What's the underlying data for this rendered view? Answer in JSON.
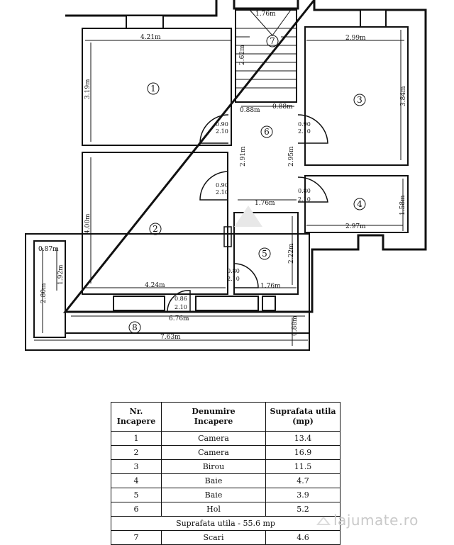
{
  "plan": {
    "rooms": [
      {
        "id": "1",
        "label": "1"
      },
      {
        "id": "2",
        "label": "2"
      },
      {
        "id": "3",
        "label": "3"
      },
      {
        "id": "4",
        "label": "4"
      },
      {
        "id": "5",
        "label": "5"
      },
      {
        "id": "6",
        "label": "6"
      },
      {
        "id": "7",
        "label": "7"
      },
      {
        "id": "8",
        "label": "8"
      }
    ],
    "dimensions": {
      "r1_width": "4.21m",
      "r1_height": "3.19m",
      "stair_width": "1.76m",
      "stair_height": "2.62m",
      "stair_left": "0.88m",
      "stair_right": "0.88m",
      "r3_width": "2.99m",
      "r3_height": "3.84m",
      "hall_h1": "2.91m",
      "hall_h2": "2.95m",
      "hall_bottom": "1.76m",
      "r4_width": "2.97m",
      "r4_height": "1.58m",
      "r2_height": "4.00m",
      "r2_width": "4.24m",
      "r5_height": "2.22m",
      "r5_width": "1.76m",
      "terrace_w1": "0.87m",
      "terrace_h1": "1.92m",
      "terrace_h2": "2.80m",
      "overall_inner": "6.76m",
      "overall_outer": "7.63m",
      "terrace_right": "0.88m"
    },
    "doors": {
      "d_left_top_1": "0.90",
      "d_left_top_2": "2.10",
      "d_right_top_1": "0.90",
      "d_right_top_2": "2.10",
      "d_left_bot_1": "0.90",
      "d_left_bot_2": "2.10",
      "d_right_bot_1": "0.80",
      "d_right_bot_2": "2.10",
      "d_bath_1": "0.80",
      "d_bath_2": "2.10",
      "d_terr_1": "0.86",
      "d_terr_2": "2.10"
    }
  },
  "table": {
    "headers": [
      "Nr.\nIncapere",
      "Denumire\nIncapere",
      "Suprafata utila\n(mp)"
    ],
    "rows": [
      {
        "nr": "1",
        "name": "Camera",
        "area": "13.4"
      },
      {
        "nr": "2",
        "name": "Camera",
        "area": "16.9"
      },
      {
        "nr": "3",
        "name": "Birou",
        "area": "11.5"
      },
      {
        "nr": "4",
        "name": "Baie",
        "area": "4.7"
      },
      {
        "nr": "5",
        "name": "Baie",
        "area": "3.9"
      },
      {
        "nr": "6",
        "name": "Hol",
        "area": "5.2"
      }
    ],
    "summary": "Suprafata utila - 55.6 mp",
    "rows2": [
      {
        "nr": "7",
        "name": "Scari",
        "area": "4.6"
      }
    ]
  },
  "watermark": "lajumate.ro"
}
